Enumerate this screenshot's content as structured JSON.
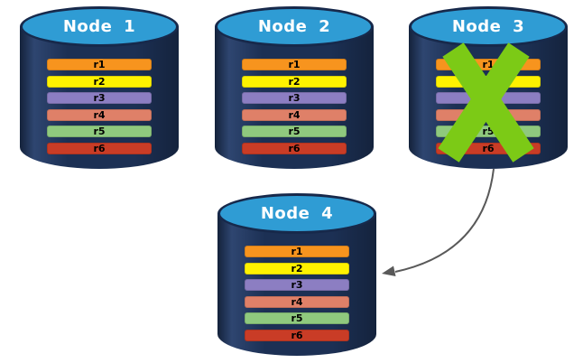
{
  "nodes": [
    {
      "id": "node-1",
      "label": "Node 1",
      "failed": false,
      "replicas": [
        {
          "label": "r1",
          "color": "#F7941E"
        },
        {
          "label": "r2",
          "color": "#FEF200"
        },
        {
          "label": "r3",
          "color": "#8C7EC2"
        },
        {
          "label": "r4",
          "color": "#DF8068"
        },
        {
          "label": "r5",
          "color": "#8FC97E"
        },
        {
          "label": "r6",
          "color": "#C93C26"
        }
      ]
    },
    {
      "id": "node-2",
      "label": "Node 2",
      "failed": false,
      "replicas": [
        {
          "label": "r1",
          "color": "#F7941E"
        },
        {
          "label": "r2",
          "color": "#FEF200"
        },
        {
          "label": "r3",
          "color": "#8C7EC2"
        },
        {
          "label": "r4",
          "color": "#DF8068"
        },
        {
          "label": "r5",
          "color": "#8FC97E"
        },
        {
          "label": "r6",
          "color": "#C93C26"
        }
      ]
    },
    {
      "id": "node-3",
      "label": "Node 3",
      "failed": true,
      "replicas": [
        {
          "label": "r1",
          "color": "#F7941E"
        },
        {
          "label": "r2",
          "color": "#FEF200"
        },
        {
          "label": "r3",
          "color": "#8C7EC2"
        },
        {
          "label": "r4",
          "color": "#DF8068"
        },
        {
          "label": "r5",
          "color": "#8FC97E"
        },
        {
          "label": "r6",
          "color": "#C93C26"
        }
      ]
    },
    {
      "id": "node-4",
      "label": "Node 4",
      "failed": false,
      "replicas": [
        {
          "label": "r1",
          "color": "#F7941E"
        },
        {
          "label": "r2",
          "color": "#FEF200"
        },
        {
          "label": "r3",
          "color": "#8C7EC2"
        },
        {
          "label": "r4",
          "color": "#DF8068"
        },
        {
          "label": "r5",
          "color": "#8FC97E"
        },
        {
          "label": "r6",
          "color": "#C93C26"
        }
      ]
    }
  ],
  "annotations": {
    "failure_x": {
      "node": "node-3",
      "color": "#7CCA16"
    },
    "arrow": {
      "from": "node-3",
      "to": "node-4",
      "color": "#595959"
    }
  },
  "colors": {
    "cylinder_body": "#1C3054",
    "cylinder_top": "#2F9CD4",
    "cylinder_rim": "#17294B",
    "background": "#FFFFFF",
    "bar_text": "#000000",
    "title_text": "#FFFFFF"
  }
}
